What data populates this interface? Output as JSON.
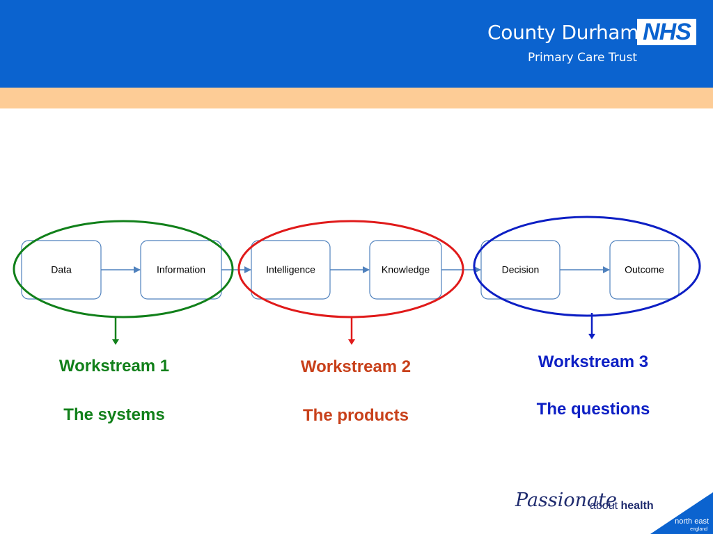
{
  "header": {
    "org_name": "County Durham",
    "org_sub": "Primary Care Trust",
    "logo_text": "NHS"
  },
  "diagram": {
    "nodes": [
      "Data",
      "Information",
      "Intelligence",
      "Knowledge",
      "Decision",
      "Outcome"
    ],
    "workstreams": [
      {
        "title": "Workstream 1",
        "description": "The systems",
        "color": "#11801a"
      },
      {
        "title": "Workstream 2",
        "description": "The products",
        "color": "#c8401a"
      },
      {
        "title": "Workstream 3",
        "description": "The questions",
        "color": "#0d1fc4"
      }
    ],
    "ellipse_colors": [
      "#11801a",
      "#e01a1a",
      "#0d1fc4"
    ],
    "connector_color": "#4f81bd"
  },
  "footer": {
    "tagline_script": "Passionate",
    "tagline_about": "about",
    "tagline_health": "health",
    "region_name": "north east",
    "region_sub": "england"
  }
}
